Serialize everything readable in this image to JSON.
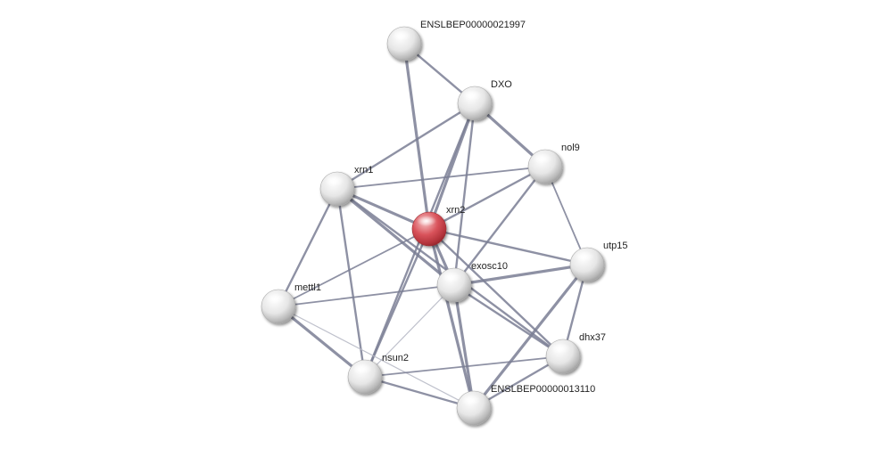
{
  "network": {
    "nodes": [
      {
        "id": "ENSLBEP00000021997",
        "label": "ENSLBEP00000021997",
        "query": false
      },
      {
        "id": "DXO",
        "label": "DXO",
        "query": false
      },
      {
        "id": "nol9",
        "label": "nol9",
        "query": false
      },
      {
        "id": "xrn1",
        "label": "xrn1",
        "query": false
      },
      {
        "id": "xrn2",
        "label": "xrn2",
        "query": true
      },
      {
        "id": "utp15",
        "label": "utp15",
        "query": false
      },
      {
        "id": "exosc10",
        "label": "exosc10",
        "query": false
      },
      {
        "id": "mettl1",
        "label": "mettl1",
        "query": false
      },
      {
        "id": "dhx37",
        "label": "dhx37",
        "query": false
      },
      {
        "id": "nsun2",
        "label": "nsun2",
        "query": false
      },
      {
        "id": "ENSLBEP00000013110",
        "label": "ENSLBEP00000013110",
        "query": false
      }
    ],
    "edges": [
      {
        "source": "ENSLBEP00000021997",
        "target": "DXO",
        "strength": "medium"
      },
      {
        "source": "ENSLBEP00000021997",
        "target": "xrn2",
        "strength": "strong"
      },
      {
        "source": "DXO",
        "target": "xrn1",
        "strength": "medium"
      },
      {
        "source": "DXO",
        "target": "nol9",
        "strength": "strong"
      },
      {
        "source": "DXO",
        "target": "xrn2",
        "strength": "strong"
      },
      {
        "source": "DXO",
        "target": "exosc10",
        "strength": "medium"
      },
      {
        "source": "DXO",
        "target": "nsun2",
        "strength": "medium"
      },
      {
        "source": "nol9",
        "target": "xrn1",
        "strength": "weak"
      },
      {
        "source": "nol9",
        "target": "xrn2",
        "strength": "medium"
      },
      {
        "source": "nol9",
        "target": "exosc10",
        "strength": "medium"
      },
      {
        "source": "nol9",
        "target": "utp15",
        "strength": "weak"
      },
      {
        "source": "xrn1",
        "target": "xrn2",
        "strength": "strong"
      },
      {
        "source": "xrn1",
        "target": "exosc10",
        "strength": "strong"
      },
      {
        "source": "xrn1",
        "target": "mettl1",
        "strength": "medium"
      },
      {
        "source": "xrn1",
        "target": "nsun2",
        "strength": "medium"
      },
      {
        "source": "xrn1",
        "target": "dhx37",
        "strength": "medium"
      },
      {
        "source": "xrn2",
        "target": "exosc10",
        "strength": "strong"
      },
      {
        "source": "xrn2",
        "target": "utp15",
        "strength": "medium"
      },
      {
        "source": "xrn2",
        "target": "mettl1",
        "strength": "weak"
      },
      {
        "source": "xrn2",
        "target": "nsun2",
        "strength": "medium"
      },
      {
        "source": "xrn2",
        "target": "dhx37",
        "strength": "medium"
      },
      {
        "source": "xrn2",
        "target": "ENSLBEP00000013110",
        "strength": "strong"
      },
      {
        "source": "exosc10",
        "target": "utp15",
        "strength": "strong"
      },
      {
        "source": "exosc10",
        "target": "mettl1",
        "strength": "weak"
      },
      {
        "source": "exosc10",
        "target": "dhx37",
        "strength": "medium"
      },
      {
        "source": "exosc10",
        "target": "nsun2",
        "strength": "faint"
      },
      {
        "source": "exosc10",
        "target": "ENSLBEP00000013110",
        "strength": "strong"
      },
      {
        "source": "utp15",
        "target": "dhx37",
        "strength": "medium"
      },
      {
        "source": "utp15",
        "target": "ENSLBEP00000013110",
        "strength": "strong"
      },
      {
        "source": "mettl1",
        "target": "nsun2",
        "strength": "strong"
      },
      {
        "source": "mettl1",
        "target": "ENSLBEP00000013110",
        "strength": "faint"
      },
      {
        "source": "nsun2",
        "target": "ENSLBEP00000013110",
        "strength": "medium"
      },
      {
        "source": "nsun2",
        "target": "dhx37",
        "strength": "weak"
      },
      {
        "source": "dhx37",
        "target": "ENSLBEP00000013110",
        "strength": "medium"
      }
    ]
  },
  "colors": {
    "query_node": "#d9535b",
    "neighbor_node": "#f2f2f2",
    "edge": "#7a7e94",
    "edge_faint": "#b8bac6",
    "label": "#222222",
    "background": "#ffffff"
  }
}
